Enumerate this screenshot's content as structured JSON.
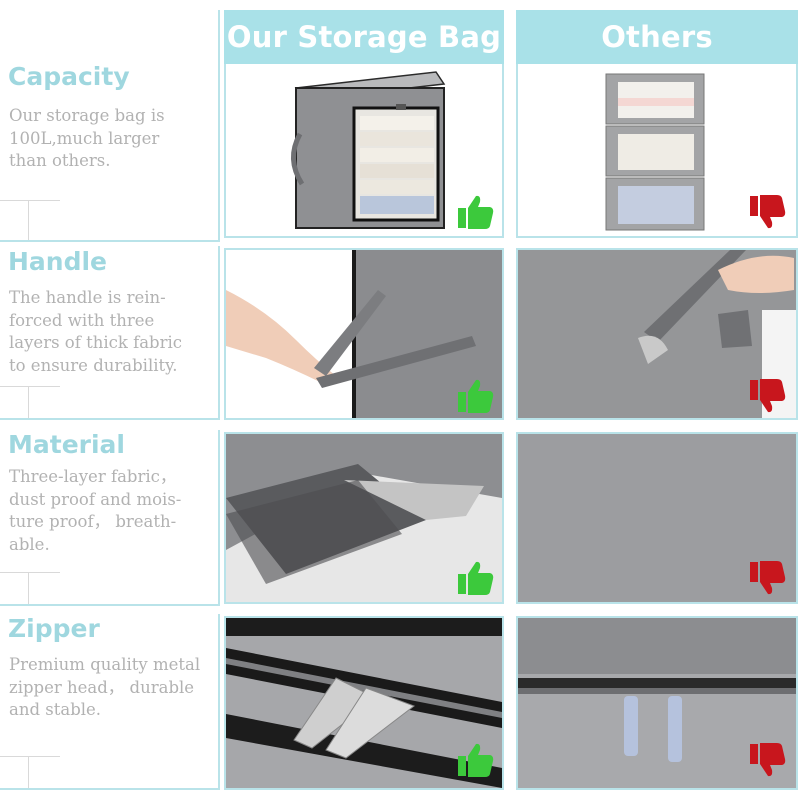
{
  "columns": {
    "ours": "Our Storage Bag",
    "others": "Others"
  },
  "rows": [
    {
      "title": "Capacity",
      "lines": [
        "Our storage bag is",
        "100L,much larger",
        "than others."
      ]
    },
    {
      "title": "Handle",
      "lines": [
        "The handle is rein-",
        "forced with three",
        "layers of thick fabric",
        "to ensure durability."
      ]
    },
    {
      "title": "Material",
      "lines": [
        "Three-layer fabric，",
        "dust proof and mois-",
        "ture proof， breath-",
        "able."
      ]
    },
    {
      "title": "Zipper",
      "lines": [
        "Premium quality metal",
        "zipper head， durable",
        "and stable."
      ]
    }
  ],
  "colors": {
    "header_bg": "#a9e1e8",
    "title": "#9fd7df",
    "thumb_up": "#3cc93c",
    "thumb_down": "#c8161d"
  },
  "icons": {
    "good": "thumbs-up-icon",
    "bad": "thumbs-down-icon"
  }
}
